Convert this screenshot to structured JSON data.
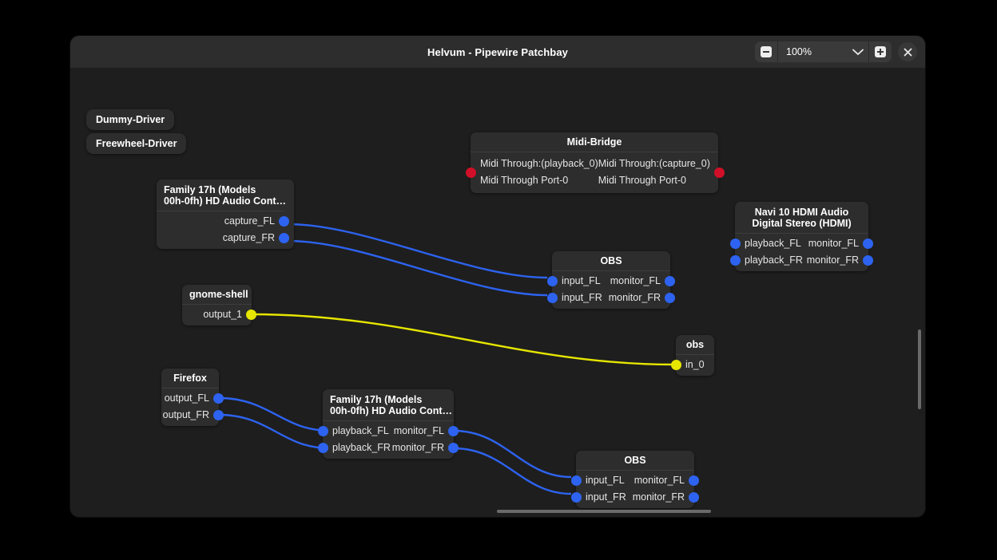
{
  "window": {
    "title": "Helvum - Pipewire Patchbay",
    "zoom": {
      "value": "100%",
      "minus_icon": "minus-square-icon",
      "plus_icon": "plus-square-icon",
      "dropdown_icon": "chevron-down-icon"
    },
    "close_icon": "close-icon"
  },
  "colors": {
    "audio_port": "#2d63f0",
    "midi_port": "#d10f28",
    "video_port": "#e6e600",
    "audio_link": "#2d63f0",
    "video_link": "#e6e600",
    "node_bg": "#2d2d2d",
    "canvas_bg": "#1e1e1e",
    "titlebar_bg": "#2d2d2d"
  },
  "drivers": [
    {
      "label": "Dummy-Driver"
    },
    {
      "label": "Freewheel-Driver"
    }
  ],
  "nodes": {
    "family17h_capture": {
      "title_line1": "Family 17h (Models",
      "title_line2": "00h-0fh) HD Audio Cont…",
      "outputs": [
        {
          "label": "capture_FL",
          "kind": "audio"
        },
        {
          "label": "capture_FR",
          "kind": "audio"
        }
      ]
    },
    "midi_bridge": {
      "title": "Midi-Bridge",
      "input_line1": "Midi Through:(playback_0)",
      "input_line2": "Midi Through Port-0",
      "output_line1": "Midi Through:(capture_0)",
      "output_line2": "Midi Through Port-0",
      "input_kind": "midi",
      "output_kind": "midi"
    },
    "obs_top": {
      "title": "OBS",
      "inputs": [
        {
          "label": "input_FL",
          "kind": "audio"
        },
        {
          "label": "input_FR",
          "kind": "audio"
        }
      ],
      "outputs": [
        {
          "label": "monitor_FL",
          "kind": "audio"
        },
        {
          "label": "monitor_FR",
          "kind": "audio"
        }
      ]
    },
    "navi10": {
      "title_line1": "Navi 10 HDMI Audio",
      "title_line2": "Digital Stereo (HDMI)",
      "inputs": [
        {
          "label": "playback_FL",
          "kind": "audio"
        },
        {
          "label": "playback_FR",
          "kind": "audio"
        }
      ],
      "outputs": [
        {
          "label": "monitor_FL",
          "kind": "audio"
        },
        {
          "label": "monitor_FR",
          "kind": "audio"
        }
      ]
    },
    "gnome_shell": {
      "title": "gnome-shell",
      "outputs": [
        {
          "label": "output_1",
          "kind": "video"
        }
      ]
    },
    "obs_small": {
      "title": "obs",
      "inputs": [
        {
          "label": "in_0",
          "kind": "video"
        }
      ]
    },
    "firefox": {
      "title": "Firefox",
      "outputs": [
        {
          "label": "output_FL",
          "kind": "audio"
        },
        {
          "label": "output_FR",
          "kind": "audio"
        }
      ]
    },
    "family17h_playback": {
      "title_line1": "Family 17h (Models",
      "title_line2": "00h-0fh) HD Audio Cont…",
      "inputs": [
        {
          "label": "playback_FL",
          "kind": "audio"
        },
        {
          "label": "playback_FR",
          "kind": "audio"
        }
      ],
      "outputs": [
        {
          "label": "monitor_FL",
          "kind": "audio"
        },
        {
          "label": "monitor_FR",
          "kind": "audio"
        }
      ]
    },
    "obs_bottom": {
      "title": "OBS",
      "inputs": [
        {
          "label": "input_FL",
          "kind": "audio"
        },
        {
          "label": "input_FR",
          "kind": "audio"
        }
      ],
      "outputs": [
        {
          "label": "monitor_FL",
          "kind": "audio"
        },
        {
          "label": "monitor_FR",
          "kind": "audio"
        }
      ]
    }
  }
}
